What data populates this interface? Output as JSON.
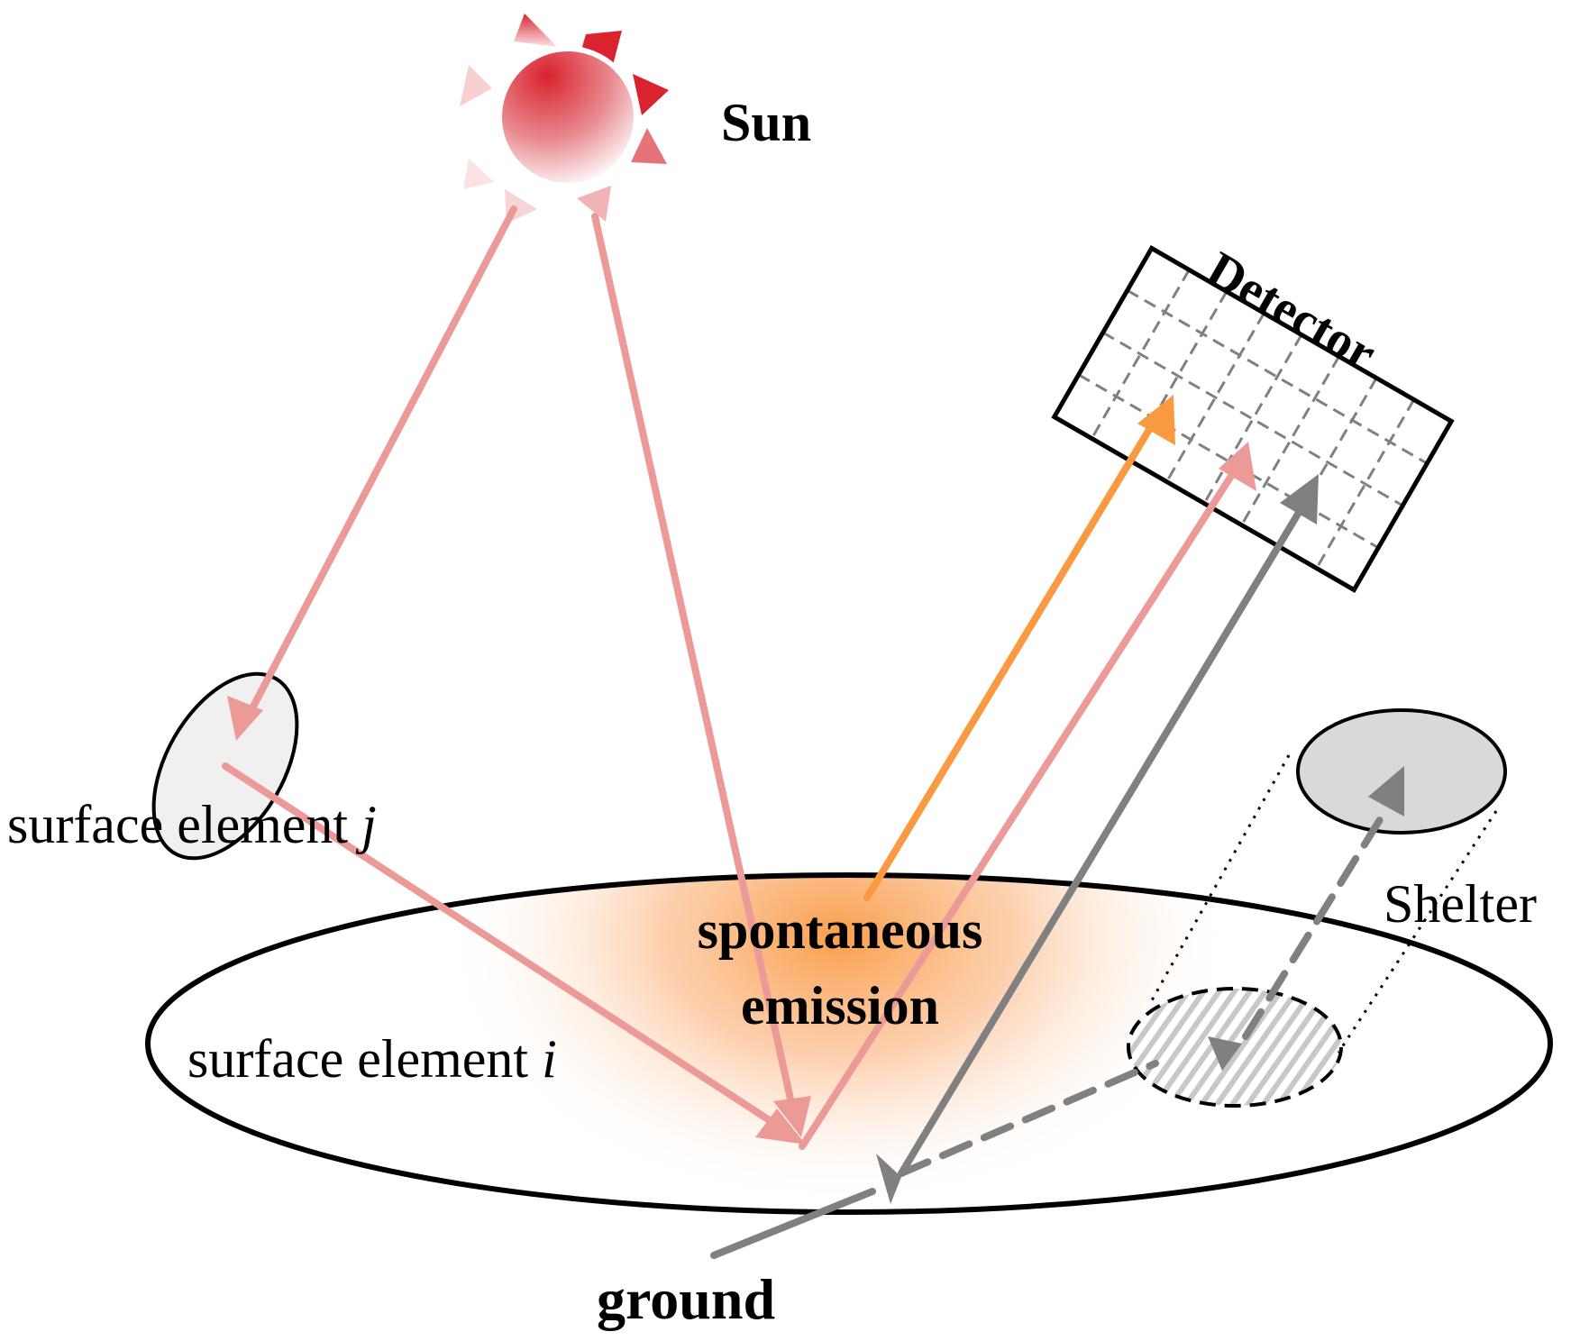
{
  "labels": {
    "sun": "Sun",
    "detector": "Detector",
    "surface_j_text": "surface element ",
    "surface_j_var": "j",
    "surface_i_text": "surface element ",
    "surface_i_var": "i",
    "spontaneous_line1": "spontaneous",
    "spontaneous_line2": "emission",
    "shelter": "Shelter",
    "ground": "ground"
  },
  "colors": {
    "sun_red": "#d9232e",
    "solar_ray": "#ec9a98",
    "emission": "#f99a42",
    "ground_ray": "#808080",
    "outline": "#000000",
    "detector_grid": "#808080",
    "shelter_fill": "#d9d9d9",
    "surface_j_fill": "#f0f0f0"
  }
}
